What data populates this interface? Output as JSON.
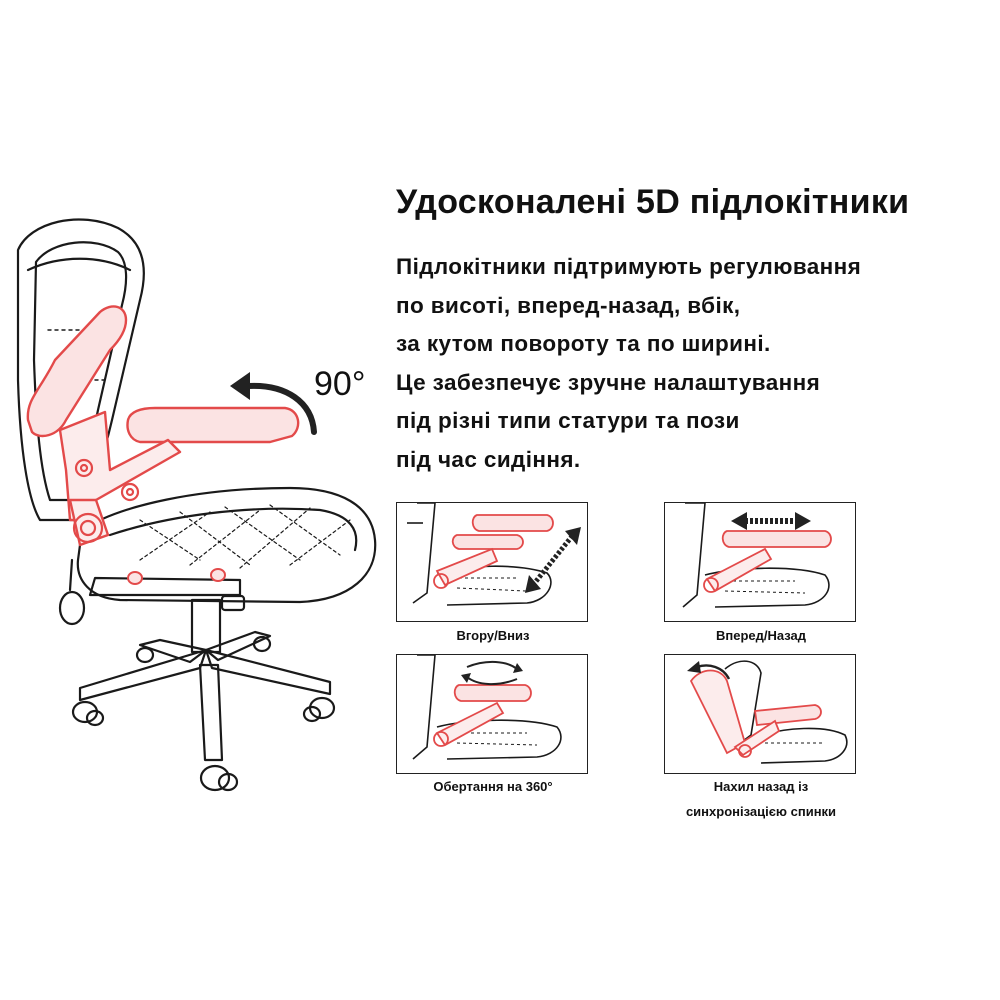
{
  "heading": "Удосконалені 5D підлокітники",
  "description_lines": [
    "Підлокітники підтримують регулювання",
    "по висоті, вперед-назад, вбік,",
    "за кутом повороту та по ширині.",
    "Це забезпечує зручне налаштування",
    "під різні типи статури та пози",
    "під час сидіння."
  ],
  "rotation_label": "90°",
  "panels": [
    {
      "caption": "Вгору/Вниз"
    },
    {
      "caption": "Вперед/Назад"
    },
    {
      "caption": "Обертання на 360°"
    },
    {
      "caption_lines": [
        "Нахил назад із",
        "синхронізацією спинки"
      ]
    }
  ],
  "colors": {
    "outline": "#1a1a1a",
    "armrest": "#e34a4a",
    "armrest_fill": "#fbe3e3",
    "arrow": "#222222"
  },
  "icons": [
    "chair-illustration",
    "rotate-arrow-icon",
    "up-down-arrow-icon",
    "left-right-arrow-icon",
    "rotate-360-icon",
    "tilt-back-icon"
  ]
}
